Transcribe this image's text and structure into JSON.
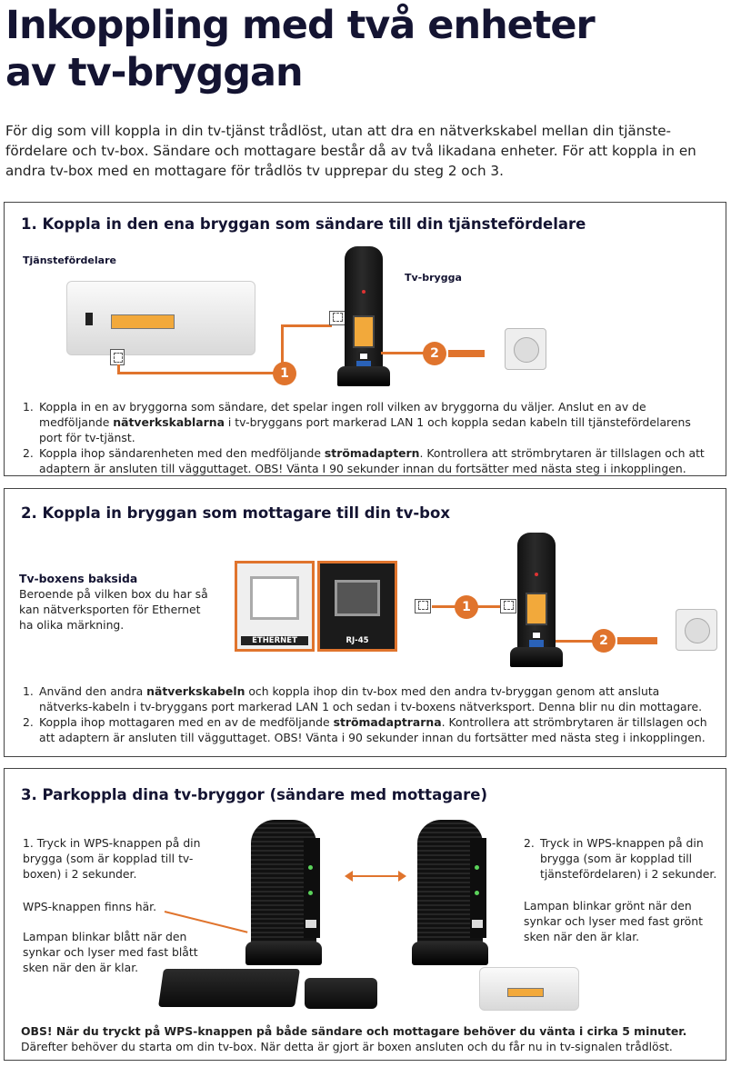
{
  "title_line1": "Inkoppling med två enheter",
  "title_line2": "av tv-bryggan",
  "intro": "För dig som vill koppla in din tv-tjänst trådlöst, utan att dra en nätverkskabel mellan din tjänste-fördelare och tv-box. Sändare och mottagare består då av två likadana enheter. För att koppla in en andra tv-box med en mottagare för trådlös tv upprepar du steg 2 och 3.",
  "section1": {
    "heading": "1. Koppla in den ena bryggan som sändare till din tjänstefördelare",
    "label_router": "Tjänstefördelare",
    "label_bridge": "Tv-brygga",
    "badge1": "1",
    "badge2": "2",
    "steps": [
      {
        "num": "1.",
        "pre": "Koppla in en av bryggorna som sändare, det spelar ingen roll vilken av bryggorna du väljer. Anslut en av de medföljande ",
        "bold": "nätverkskablarna",
        "post": " i tv-bryggans port markerad LAN 1 och koppla sedan kabeln till tjänstefördelarens port för tv-tjänst."
      },
      {
        "num": "2.",
        "pre": "Koppla ihop sändarenheten med den medföljande ",
        "bold": "strömadaptern",
        "post": ". Kontrollera att strömbrytaren är tillslagen och att adaptern är ansluten till vägguttaget. OBS! Vänta I 90 sekunder innan du fortsätter med nästa steg i inkopplingen."
      }
    ]
  },
  "section2": {
    "heading": "2. Koppla in bryggan som mottagare till din tv-box",
    "side_title": "Tv-boxens baksida",
    "side_text": "Beroende på vilken box du har så kan nätverksporten för Ethernet ha olika märkning.",
    "photo_a_caption": "ETHERNET",
    "photo_b_caption": "RJ-45",
    "badge1": "1",
    "badge2": "2",
    "steps": [
      {
        "num": "1.",
        "pre": "Använd den andra ",
        "bold": "nätverkskabeln",
        "post": " och koppla ihop din tv-box med den andra tv-bryggan genom att ansluta nätverks-kabeln i tv-bryggans port markerad LAN 1 och sedan i tv-boxens nätverksport. Denna blir nu din mottagare."
      },
      {
        "num": "2.",
        "pre": "Koppla ihop mottagaren med en av de medföljande ",
        "bold": "strömadaptrarna",
        "post": ". Kontrollera att strömbrytaren är tillslagen och att adaptern är ansluten till vägguttaget. OBS! Vänta i 90 sekunder innan du fortsätter med nästa steg i inkopplingen."
      }
    ]
  },
  "section3": {
    "heading": "3. Parkoppla dina tv-bryggor (sändare med mottagare)",
    "left_step": "1. Tryck in WPS-knappen på din brygga (som är kopplad till tv-boxen) i 2 sekunder.",
    "left_wps": "WPS-knappen finns här.",
    "left_led": "Lampan blinkar blått när den synkar och lyser med fast blått sken när den är klar.",
    "right_step_num": "2.",
    "right_step": "Tryck in WPS-knappen på din brygga (som är kopplad till tjänstefördelaren) i 2 sekunder.",
    "right_led": "Lampan blinkar grönt när den synkar och lyser med fast grönt sken när den är klar.",
    "note_bold": "OBS! När du tryckt på WPS-knappen på både sändare och mottagare behöver du vänta i cirka 5 minuter.",
    "note_text": "Därefter behöver du starta om din tv-box. När detta är gjort är boxen ansluten och du får nu in tv-signalen trådlöst."
  },
  "colors": {
    "accent": "#e0742d",
    "navy": "#141432"
  }
}
